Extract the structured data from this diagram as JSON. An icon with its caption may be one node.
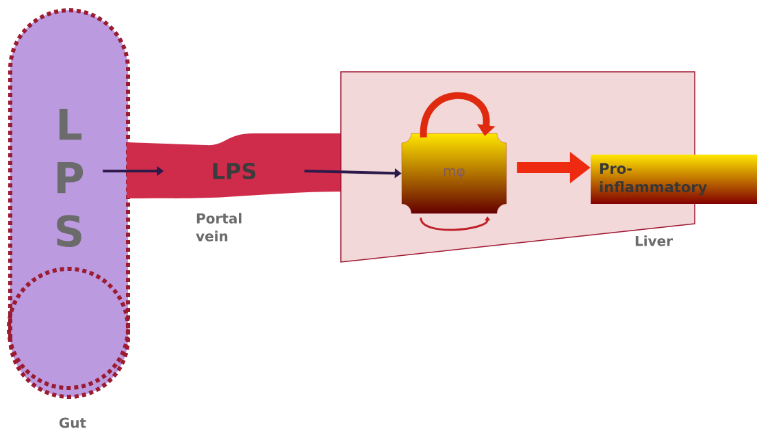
{
  "diagram": {
    "nodes": [
      {
        "text": [
          "L P S",
          "Gut"
        ]
      },
      {
        "text": [
          "LPS",
          "Portal vein"
        ]
      },
      {
        "text": [
          "Liver"
        ]
      },
      {
        "text": [
          "mφ"
        ],
        "in": 2
      },
      {
        "text": [
          "Pro-inflammatory"
        ]
      }
    ],
    "edges": [
      {
        "from": 0,
        "to": 1,
        "arrow": "to",
        "color": "#2d1a4a"
      },
      {
        "from": 1,
        "to": 3,
        "arrow": "to",
        "color": "#2d1a4a"
      },
      {
        "from": 3,
        "to": 4,
        "arrow": "to",
        "style": "thick",
        "color": "#ee2a10"
      },
      {
        "from": 3,
        "to": 3,
        "arrow": "to",
        "style": "thick",
        "color": "#e02a10"
      },
      {
        "from": 3,
        "to": 3,
        "arrow": "to",
        "color": "#c0202a"
      }
    ]
  }
}
